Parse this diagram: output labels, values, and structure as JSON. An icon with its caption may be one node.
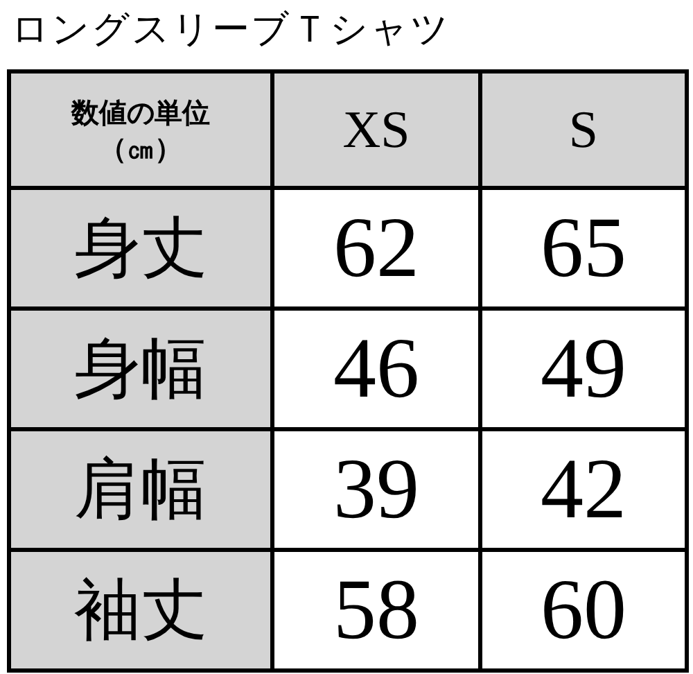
{
  "diagram": {
    "title": "ロングスリーブＴシャツ",
    "labels": [
      "数値の単位（㎝）",
      "XS",
      "S",
      "身丈",
      "62",
      "65",
      "身幅",
      "46",
      "49",
      "肩幅",
      "39",
      "42",
      "袖丈",
      "58",
      "60"
    ]
  }
}
